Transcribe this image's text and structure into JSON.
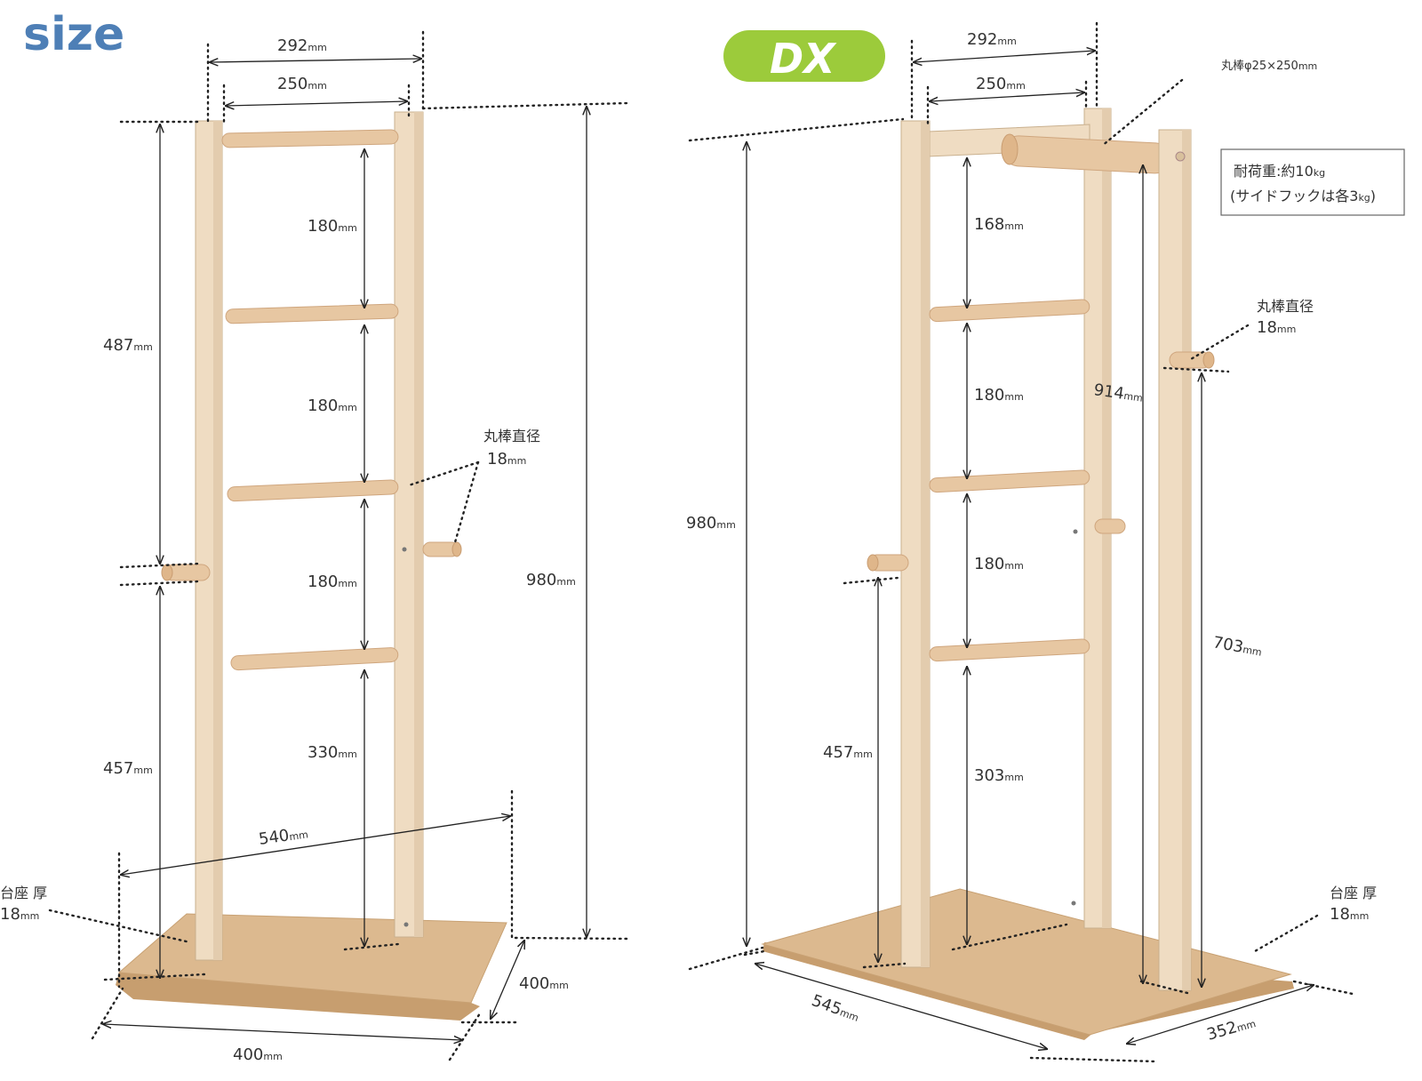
{
  "headings": {
    "size": "size",
    "dx": "DX"
  },
  "unit": "mm",
  "left": {
    "top_outer_width": "292",
    "top_inner_width": "250",
    "rung_gap_1": "180",
    "rung_gap_2": "180",
    "rung_gap_3": "180",
    "bottom_gap": "330",
    "upper_height": "487",
    "lower_height": "457",
    "total_height": "980",
    "base_diagonal": "540",
    "base_width": "400",
    "base_depth": "400",
    "rod_label_1": "丸棒直径",
    "rod_label_2": "18",
    "base_thick_label_1": "台座 厚",
    "base_thick_label_2": "18"
  },
  "right": {
    "top_outer_width": "292",
    "top_inner_width": "250",
    "top_bar_spec": "丸棒φ25×250",
    "rung_gap_1": "168",
    "rung_gap_2": "180",
    "rung_gap_3": "180",
    "bottom_gap": "303",
    "lower_height": "457",
    "total_height": "980",
    "hanger_height": "914",
    "hook_height": "703",
    "base_width": "545",
    "base_depth": "352",
    "rod_label_1": "丸棒直径",
    "rod_label_2": "18",
    "base_thick_label_1": "台座 厚",
    "base_thick_label_2": "18",
    "load_line_1": "耐荷重:約10",
    "load_unit_1": "kg",
    "load_line_2": "(サイドフックは各3",
    "load_unit_2": "kg",
    "load_line_2_end": ")"
  },
  "colors": {
    "size_title": "#4e7fb6",
    "dx_badge": "#9ccb3b",
    "wood": "#efdcc2",
    "rod": "#e7c7a2",
    "base": "#dcb98f"
  }
}
